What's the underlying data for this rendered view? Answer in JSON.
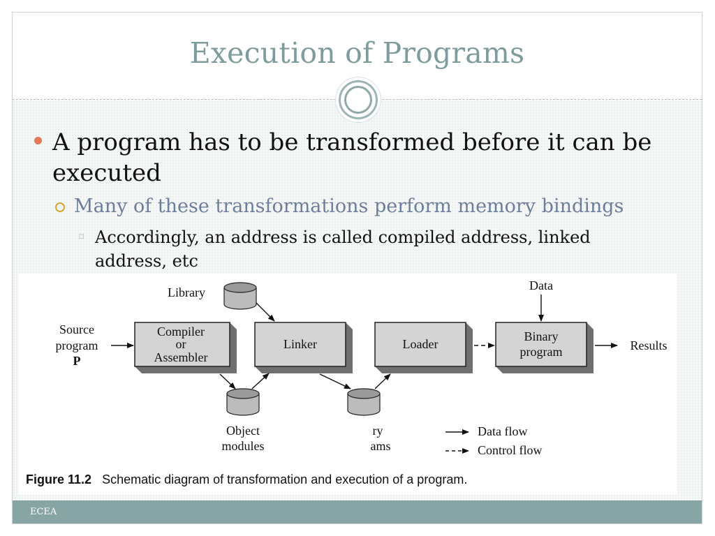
{
  "slide": {
    "title": "Execution of Programs",
    "bullets": {
      "level1": "A program has to be transformed before it can be executed",
      "level2": "Many of these transformations perform memory bindings",
      "level3": "Accordingly, an address is called compiled address, linked address, etc"
    },
    "footer": "ECEA"
  },
  "diagram": {
    "labels": {
      "library": "Library",
      "data": "Data",
      "source_line1": "Source",
      "source_line2": "program",
      "source_line3": "P",
      "results": "Results",
      "object_line1": "Object",
      "object_line2": "modules",
      "binary_partial_line1": "ry",
      "binary_partial_line2": "ams"
    },
    "boxes": {
      "compiler_line1": "Compiler",
      "compiler_line2": "or",
      "compiler_line3": "Assembler",
      "linker": "Linker",
      "loader": "Loader",
      "binary_line1": "Binary",
      "binary_line2": "program"
    },
    "legend": {
      "data_flow": "Data flow",
      "control_flow": "Control flow"
    },
    "caption": {
      "number": "Figure 11.2",
      "text": "Schematic diagram of transformation and execution of a program."
    }
  }
}
